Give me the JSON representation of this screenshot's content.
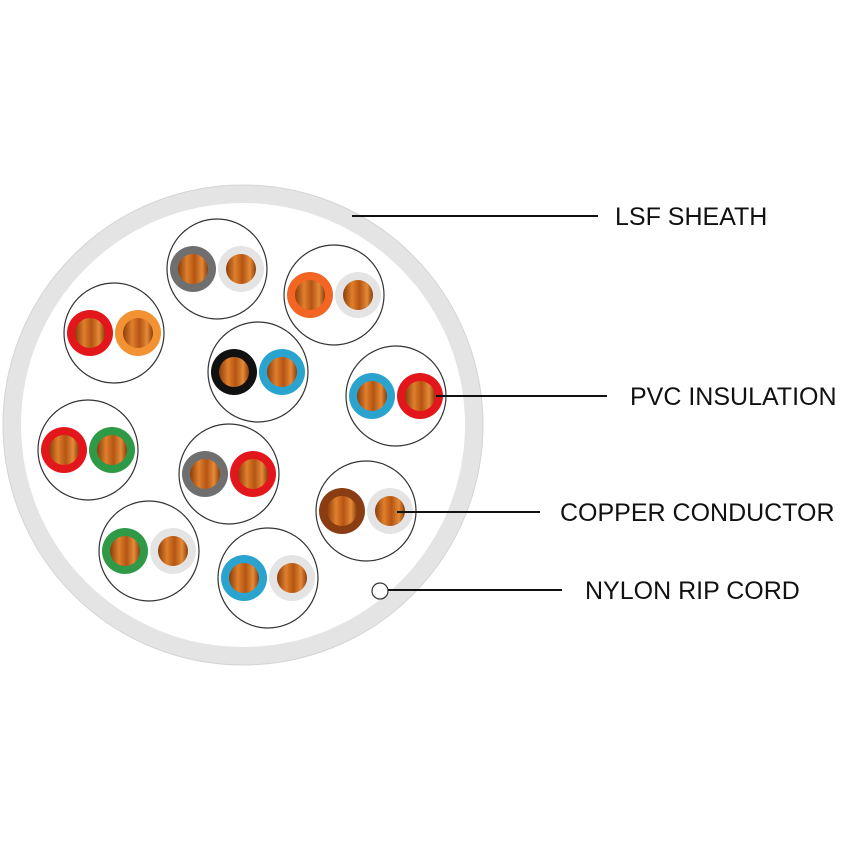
{
  "labels": {
    "sheath": "LSF SHEATH",
    "insulation": "PVC INSULATION",
    "conductor": "COPPER CONDUCTOR",
    "ripcord": "NYLON RIP CORD"
  },
  "colors": {
    "sheath": "#e6e6e6",
    "copper_light": "#f5a25a",
    "copper_dark": "#a0470a",
    "pair_outline": "#333333",
    "leader_line": "#111111"
  },
  "pairs": [
    {
      "id": "pair-1",
      "wire_a": "grey",
      "wire_b": "white"
    },
    {
      "id": "pair-2",
      "wire_a": "orange",
      "wire_b": "white"
    },
    {
      "id": "pair-3",
      "wire_a": "red",
      "wire_b": "orange"
    },
    {
      "id": "pair-4",
      "wire_a": "black",
      "wire_b": "blue"
    },
    {
      "id": "pair-5",
      "wire_a": "blue",
      "wire_b": "red"
    },
    {
      "id": "pair-6",
      "wire_a": "red",
      "wire_b": "green"
    },
    {
      "id": "pair-7",
      "wire_a": "grey",
      "wire_b": "red"
    },
    {
      "id": "pair-8",
      "wire_a": "brown",
      "wire_b": "white"
    },
    {
      "id": "pair-9",
      "wire_a": "green",
      "wire_b": "white"
    },
    {
      "id": "pair-10",
      "wire_a": "blue",
      "wire_b": "white"
    }
  ],
  "wire_colors": {
    "grey": "#6f6f6f",
    "white": "#e4e4e4",
    "orange": "#f26522",
    "light-orange": "#f39233",
    "red": "#e3161b",
    "black": "#111111",
    "blue": "#2aa3cf",
    "green": "#2e9a47",
    "brown": "#8a3d12"
  }
}
